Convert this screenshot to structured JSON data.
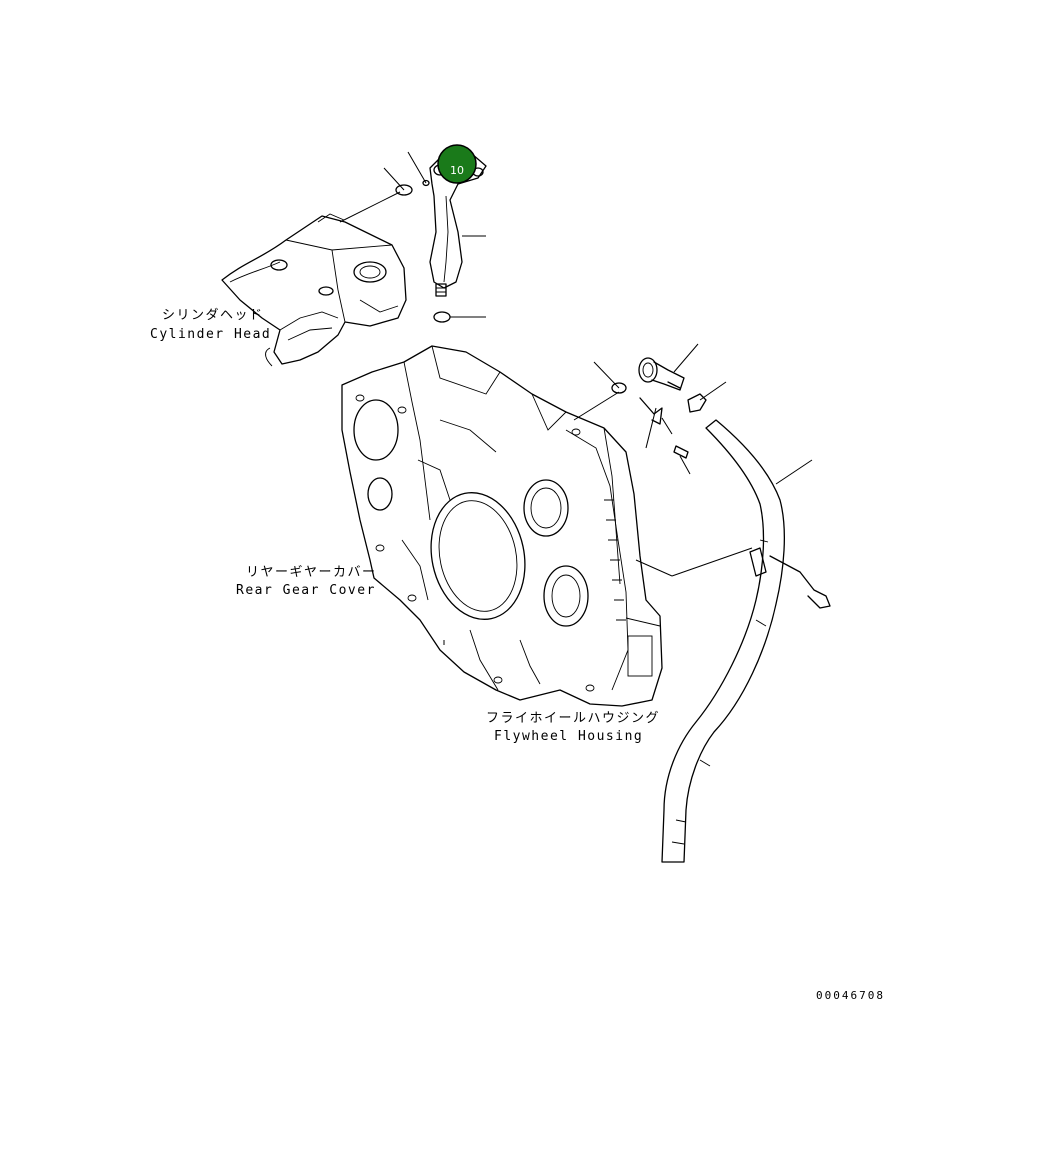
{
  "labels": {
    "cylinder_head_jp": "シリンダヘッド",
    "cylinder_head_en": "Cylinder Head",
    "rear_gear_cover_jp": "リヤーギヤーカバー",
    "rear_gear_cover_en": "Rear Gear Cover",
    "flywheel_housing_jp": "フライホイールハウジング",
    "flywheel_housing_en": "Flywheel Housing"
  },
  "callout": {
    "number": "10",
    "color": "#1a7a1a"
  },
  "drawing_number": "00046708"
}
